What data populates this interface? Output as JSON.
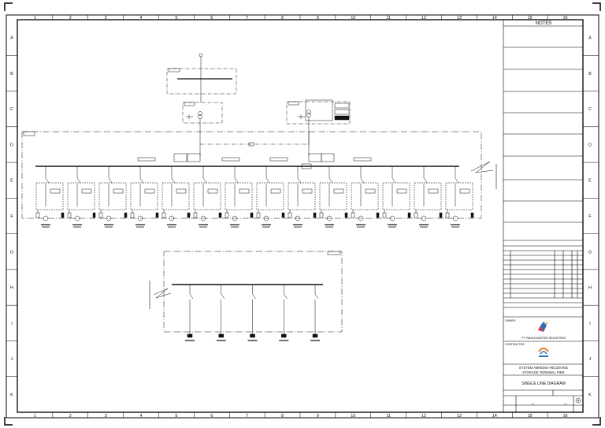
{
  "frame": {
    "col_labels": [
      "1",
      "2",
      "3",
      "4",
      "5",
      "6",
      "7",
      "8",
      "9",
      "10",
      "11",
      "12",
      "13",
      "14",
      "15",
      "16"
    ],
    "row_labels": [
      "A",
      "B",
      "C",
      "D",
      "E",
      "F",
      "G",
      "H",
      "I",
      "J",
      "K"
    ]
  },
  "notes": {
    "title": "NOTES"
  },
  "title_block": {
    "company": "PT PANCA MANTEN SEJAHTERA",
    "contractor_label": "CONTRACTOR",
    "owner_label": "OWNER",
    "project_lines": [
      "SYSTEM AMMONIA RECEIVING",
      "STORAGE TERMINAL PIER"
    ],
    "drawing_title": "SINGLE LINE DIAGRAM",
    "dash_left": "–",
    "dash_right": "–"
  },
  "diagram": {
    "upper_feeders": 14,
    "lower_feeders": 5,
    "colors": {
      "line": "#111111",
      "frame": "#000000"
    }
  }
}
